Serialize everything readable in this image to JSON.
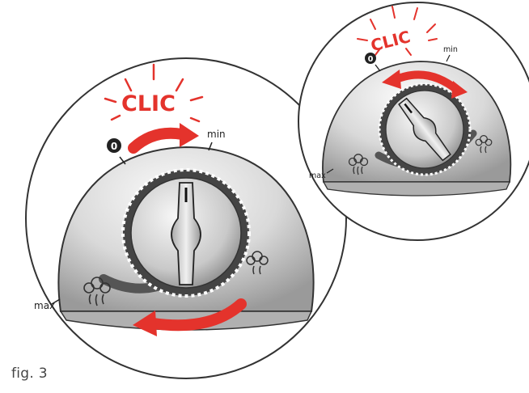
{
  "figure": {
    "caption": "fig. 3"
  },
  "main_view": {
    "click_text": "CLIC",
    "zero_mark": "0",
    "min_label": "min",
    "max_label": "max",
    "steam_icon_small": "steam-low-icon",
    "steam_icon_large": "steam-high-icon"
  },
  "inset_view": {
    "click_text": "CLIC",
    "zero_mark": "0",
    "min_label": "min",
    "max_label": "max",
    "steam_icon_small": "steam-low-icon",
    "steam_icon_large": "steam-high-icon"
  },
  "colors": {
    "arrow": "#e4332c",
    "outline": "#222222",
    "metal_light": "#f2f2f2",
    "metal_mid": "#c8c8c8",
    "metal_dark": "#8a8a8a",
    "track": "#555555"
  }
}
